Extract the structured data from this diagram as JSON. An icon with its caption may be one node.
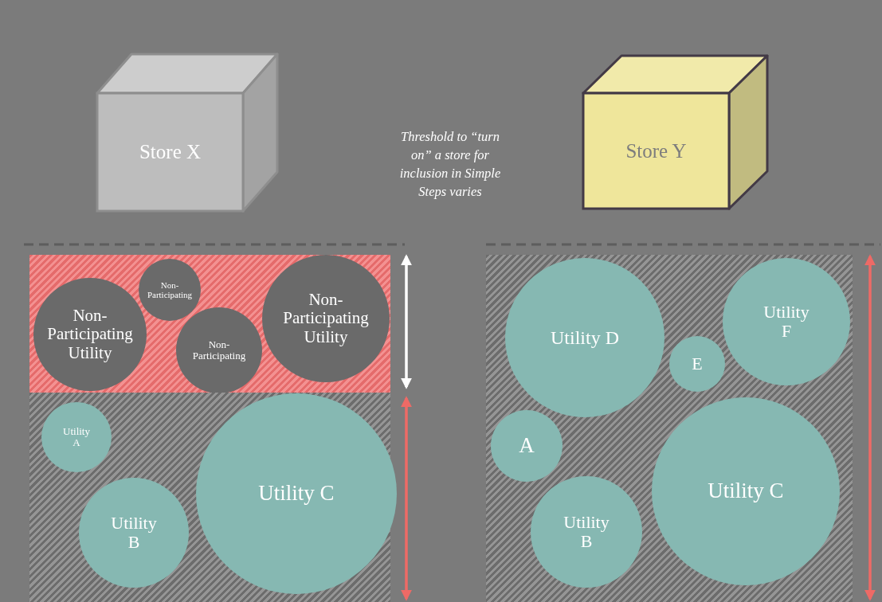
{
  "diagram": {
    "nodes": [
      {
        "text": [
          "Store X"
        ]
      },
      {
        "text": [
          "Store Y"
        ]
      },
      {
        "text": [],
        "shape": "box"
      },
      {
        "text": [
          "Non-Participating Utility"
        ],
        "in": 2
      },
      {
        "text": [
          "Non-Participating"
        ],
        "in": 2
      },
      {
        "text": [
          "Non-Participating"
        ],
        "in": 2
      },
      {
        "text": [
          "Non-Participating Utility"
        ],
        "in": 2
      },
      {
        "text": [],
        "shape": "box"
      },
      {
        "text": [
          "Utility A"
        ],
        "in": 7
      },
      {
        "text": [
          "Utility B"
        ],
        "in": 7
      },
      {
        "text": [
          "Utility C"
        ],
        "in": 7
      },
      {
        "text": [],
        "shape": "box"
      },
      {
        "text": [
          "Utility D"
        ],
        "in": 11
      },
      {
        "text": [
          "E"
        ],
        "in": 11
      },
      {
        "text": [
          "Utility F"
        ],
        "in": 11
      },
      {
        "text": [
          "A"
        ],
        "in": 11
      },
      {
        "text": [
          "Utility B"
        ],
        "in": 11
      },
      {
        "text": [
          "Utility C"
        ],
        "in": 11
      }
    ],
    "labels": [
      "Threshold to “turn on” a store for inclusion in Simple Steps varies"
    ]
  }
}
